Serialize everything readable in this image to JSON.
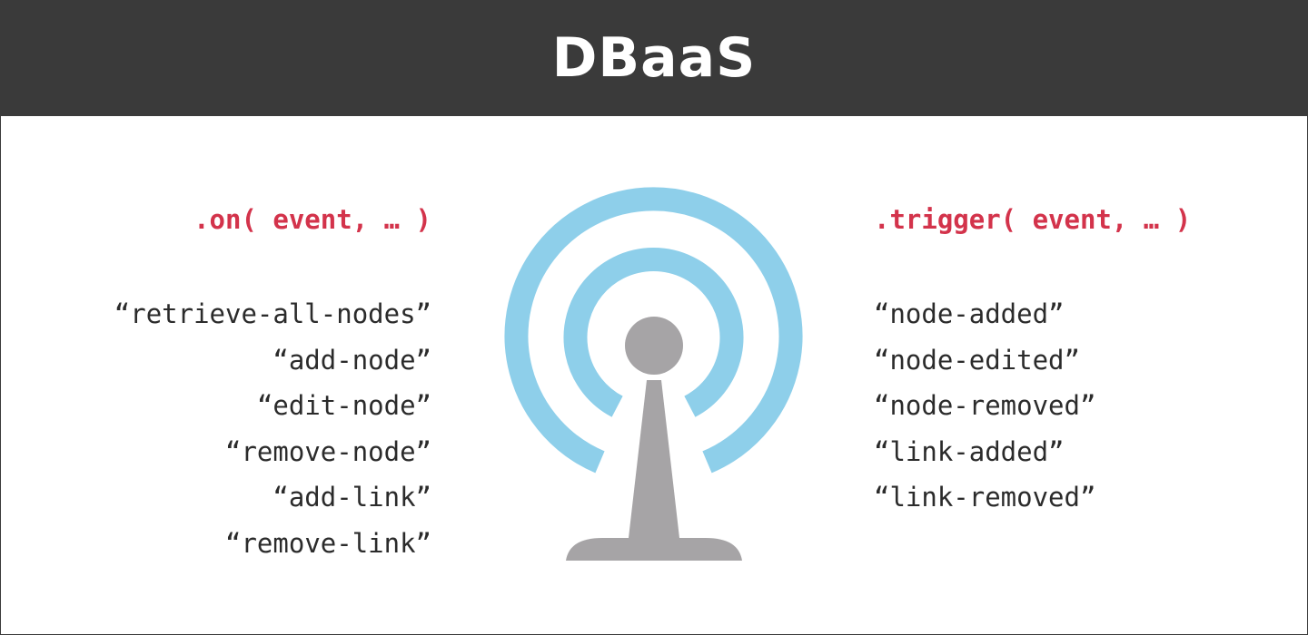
{
  "title": "DBaaS",
  "colors": {
    "header_bg": "#3a3a3a",
    "header_text": "#ffffff",
    "heading": "#d3334b",
    "text": "#2b2b2b",
    "waves": "#8ecfea",
    "tower": "#a6a4a6"
  },
  "icons": {
    "center": "broadcast-tower-icon"
  },
  "left": {
    "heading": ".on( event, … )",
    "items": [
      "“retrieve-all-nodes”",
      "“add-node”",
      "“edit-node”",
      "“remove-node”",
      "“add-link”",
      "“remove-link”"
    ]
  },
  "right": {
    "heading": ".trigger( event, … )",
    "items": [
      "“node-added”",
      "“node-edited”",
      "“node-removed”",
      "“link-added”",
      "“link-removed”"
    ]
  }
}
